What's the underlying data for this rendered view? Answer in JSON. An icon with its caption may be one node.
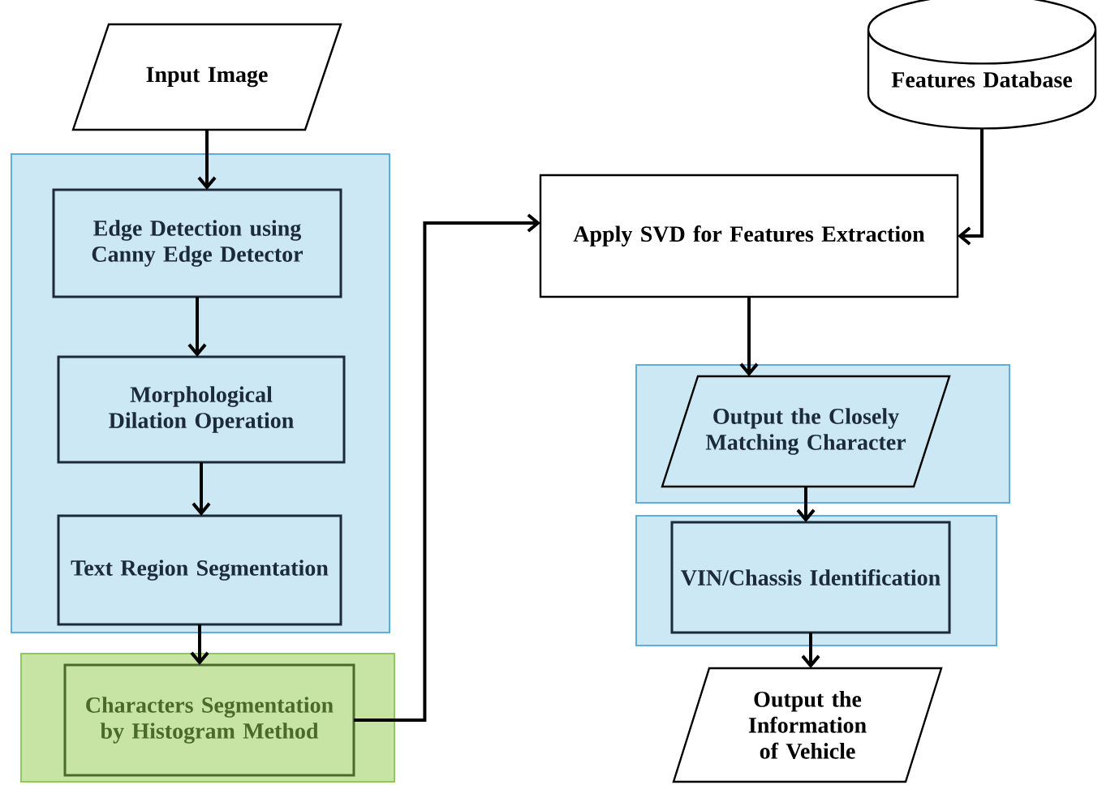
{
  "diagram": {
    "nodes": [
      {
        "text": [
          "Input Image"
        ]
      },
      {
        "text": [],
        "shape": "box"
      },
      {
        "text": [
          "Edge Detection using Canny Edge Detector"
        ],
        "in": 1
      },
      {
        "text": [
          "Morphological Dilation Operation"
        ],
        "in": 1
      },
      {
        "text": [
          "Text Region Segmentation"
        ],
        "in": 1
      },
      {
        "text": [],
        "shape": "box"
      },
      {
        "text": [
          "Characters Segmentation by Histogram Method"
        ],
        "in": 5
      },
      {
        "text": [
          "Features Database"
        ]
      },
      {
        "text": [
          "Apply SVD for Features Extraction"
        ]
      },
      {
        "text": [],
        "shape": "box"
      },
      {
        "text": [
          "Output the Closely Matching Character"
        ],
        "in": 9
      },
      {
        "text": [],
        "shape": "box"
      },
      {
        "text": [
          "VIN/Chassis Identification"
        ],
        "in": 11
      },
      {
        "text": [
          "Output the Information of Vehicle"
        ]
      }
    ],
    "edges": [
      {
        "from": 0,
        "to": 2,
        "arrow": "to"
      },
      {
        "from": 2,
        "to": 3,
        "arrow": "to"
      },
      {
        "from": 3,
        "to": 4,
        "arrow": "to"
      },
      {
        "from": 4,
        "to": 6,
        "arrow": "to"
      },
      {
        "from": 6,
        "to": 8,
        "arrow": "to"
      },
      {
        "from": 7,
        "to": 8,
        "arrow": "to"
      },
      {
        "from": 8,
        "to": 10,
        "arrow": "to"
      },
      {
        "from": 10,
        "to": 12,
        "arrow": "to"
      },
      {
        "from": 12,
        "to": 13,
        "arrow": "to"
      }
    ]
  }
}
